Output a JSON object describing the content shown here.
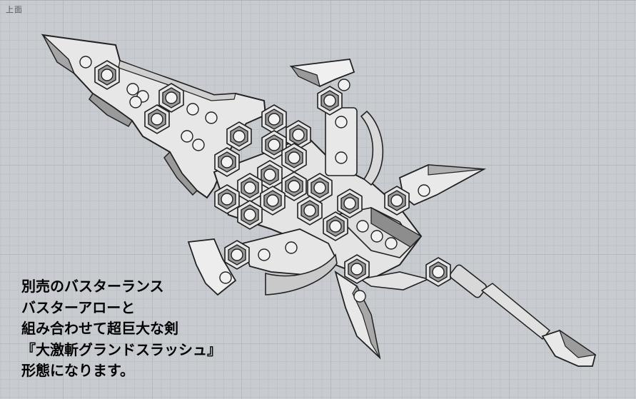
{
  "viewport": {
    "label": "上面",
    "background_color": "#c8ccd0",
    "grid_color": "#b4b9be"
  },
  "model": {
    "fill_color": "#ececec",
    "outline_color": "#2a2a2a",
    "shade_color": "#8e8e8e"
  },
  "caption": {
    "lines": [
      "別売のバスターランス",
      "バスターアローと",
      "組み合わせて超巨大な剣",
      "『大激斬グランドスラッシュ』",
      "形態になります。"
    ]
  }
}
